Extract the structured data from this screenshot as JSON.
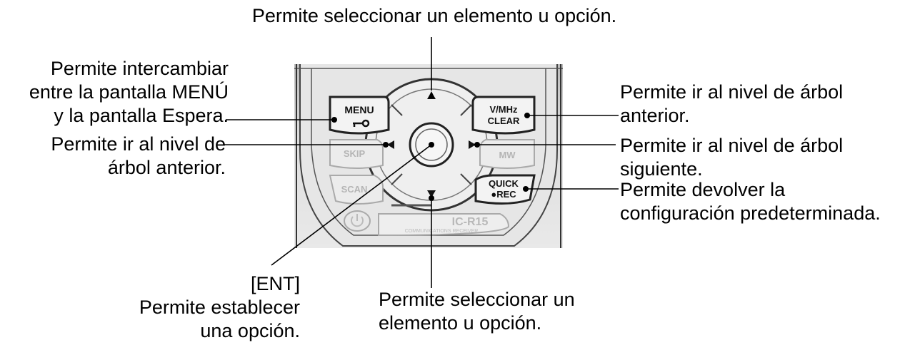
{
  "callouts": {
    "top": {
      "lines": [
        "Permite seleccionar un elemento u opción."
      ]
    },
    "menu": {
      "lines": [
        "Permite intercambiar",
        "entre la pantalla MENÚ",
        "y la pantalla Espera."
      ]
    },
    "left": {
      "lines": [
        "Permite ir al nivel de",
        "árbol anterior."
      ]
    },
    "ent": {
      "lines": [
        "[ENT]",
        "Permite establecer",
        "una opción."
      ]
    },
    "bottom": {
      "lines": [
        "Permite seleccionar un",
        "elemento u opción."
      ]
    },
    "vmhz": {
      "lines": [
        "Permite ir al nivel de árbol",
        "anterior."
      ]
    },
    "right": {
      "lines": [
        "Permite ir al nivel de árbol",
        "siguiente."
      ]
    },
    "quick": {
      "lines": [
        "Permite devolver la",
        "configuración predeterminada."
      ]
    }
  },
  "device": {
    "menu_key": {
      "line1": "MENU"
    },
    "vmhz_key": {
      "line1": "V/MHz",
      "line2": "CLEAR"
    },
    "skip_key": "SKIP",
    "scan_key": "SCAN",
    "mw_key": "MW",
    "quick_key": {
      "line1": "QUICK",
      "line2": "●REC"
    },
    "model": "IC-R15",
    "subtitle": "COMMUNICATIONS RECEIVER"
  }
}
